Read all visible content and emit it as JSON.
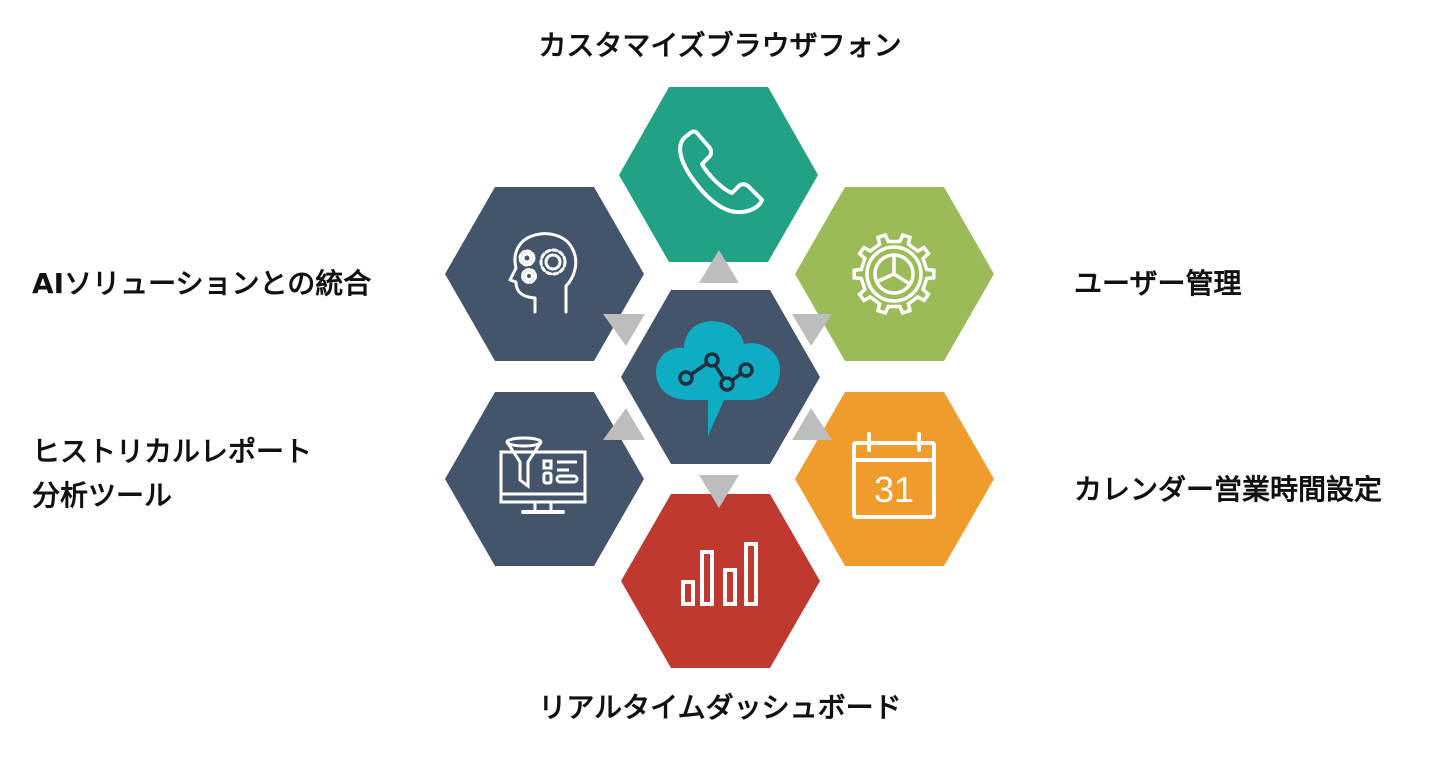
{
  "labels": {
    "top": "カスタマイズブラウザフォン",
    "right_top": "ユーザー管理",
    "right_bottom": "カレンダー営業時間設定",
    "bottom": "リアルタイムダッシュボード",
    "left_top": "AIソリューションとの統合",
    "left_bottom_line1": "ヒストリカルレポート",
    "left_bottom_line2": "分析ツール"
  },
  "calendar_day": "31",
  "hexagons": {
    "center": {
      "icon": "cloud-analytics-icon",
      "color": "#44546a"
    },
    "top": {
      "icon": "phone-icon",
      "color": "#21a287"
    },
    "top_right": {
      "icon": "gear-chart-icon",
      "color": "#9bbb59"
    },
    "bottom_right": {
      "icon": "calendar-icon",
      "color": "#f09c2c"
    },
    "bottom": {
      "icon": "bar-chart-icon",
      "color": "#c0392f"
    },
    "bottom_left": {
      "icon": "funnel-monitor-icon",
      "color": "#44546a"
    },
    "top_left": {
      "icon": "ai-head-icon",
      "color": "#44546a"
    }
  },
  "accents": {
    "cloud": "#0fadc3",
    "arrow": "#bdbdbd",
    "icon_line": "#ffffff"
  }
}
